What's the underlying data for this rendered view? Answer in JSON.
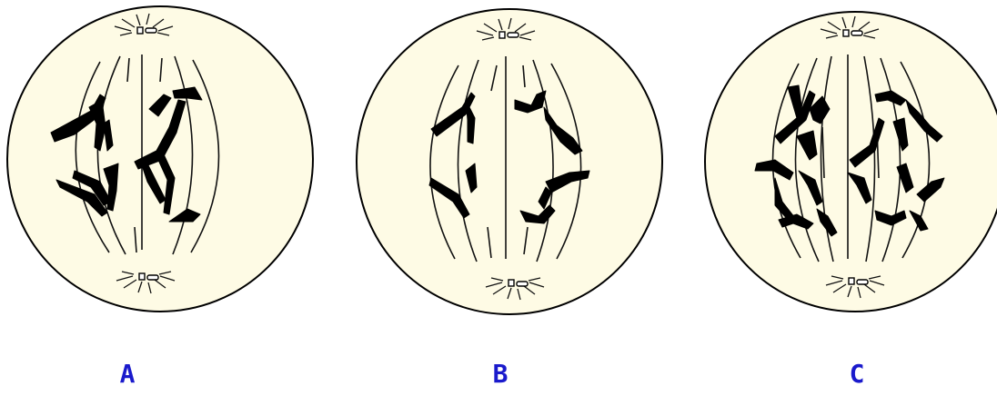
{
  "labels": {
    "a": "A",
    "b": "B",
    "c": "C"
  },
  "colors": {
    "cell_fill": "#fefbe5",
    "outline": "#000000",
    "label": "#1a1acc"
  },
  "icons": {
    "centrosome": "centrosome-icon"
  }
}
